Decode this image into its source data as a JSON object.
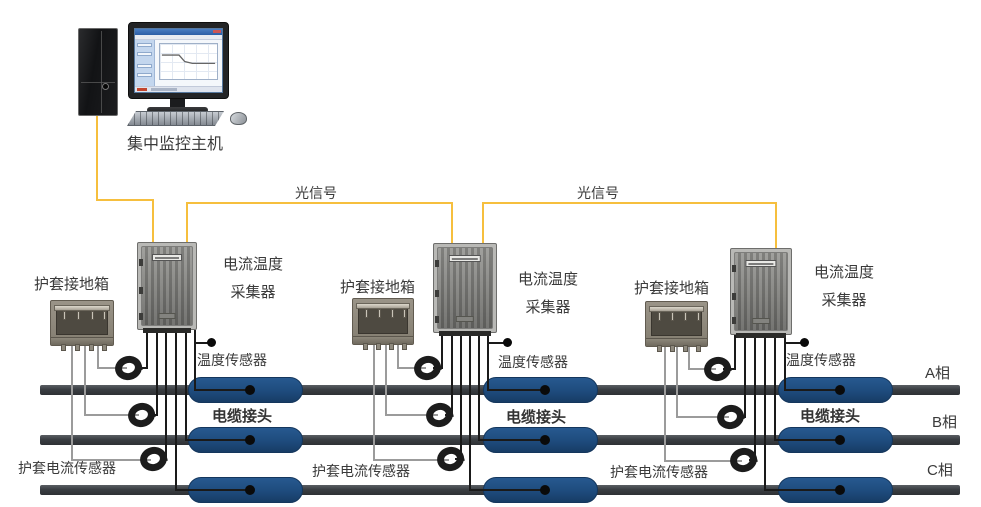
{
  "computer": {
    "label": "集中监控主机"
  },
  "optical_signal": {
    "labels": [
      "光信号",
      "光信号"
    ]
  },
  "sets": [
    {
      "grounding_box_label": "护套接地箱",
      "collector_label_line1": "电流温度",
      "collector_label_line2": "采集器",
      "temperature_sensor_label": "温度传感器",
      "cable_joint_label": "电缆接头",
      "sheath_current_sensor_label": "护套电流传感器"
    },
    {
      "grounding_box_label": "护套接地箱",
      "collector_label_line1": "电流温度",
      "collector_label_line2": "采集器",
      "temperature_sensor_label": "温度传感器",
      "cable_joint_label": "电缆接头",
      "sheath_current_sensor_label": "护套电流传感器"
    },
    {
      "grounding_box_label": "护套接地箱",
      "collector_label_line1": "电流温度",
      "collector_label_line2": "采集器",
      "temperature_sensor_label": "温度传感器",
      "cable_joint_label": "电缆接头",
      "sheath_current_sensor_label": "护套电流传感器"
    }
  ],
  "phases": {
    "a": "A相",
    "b": "B相",
    "c": "C相"
  },
  "colors": {
    "optical_line": "#f6bf3e",
    "cable_joint_blue": "#1e4b7d",
    "cable_gray": "#3a3e42",
    "signal_wire": "#1a1a1a",
    "ground_wire": "#9b9b9b"
  }
}
